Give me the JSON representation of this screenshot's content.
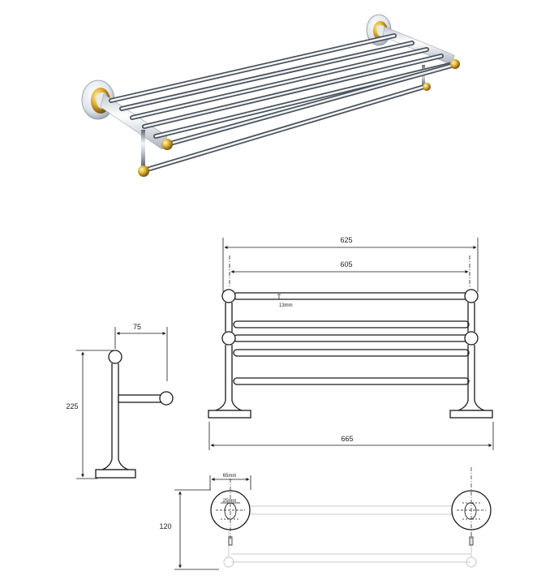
{
  "dimensions": {
    "width_625": "625",
    "width_605": "605",
    "tube_13": "13mm",
    "depth_75": "75",
    "height_225": "225",
    "overall_665": "665",
    "flange_65": "65mm",
    "hole_25": "25mm",
    "height_120": "120"
  },
  "colors": {
    "chrome_light": "#f4f6f8",
    "chrome_mid": "#b9c2cc",
    "chrome_dark": "#5d6672",
    "gold_light": "#fbe9a0",
    "gold_mid": "#d9ab2e",
    "gold_dark": "#7a5210",
    "line": "#1a1a1a",
    "faint_line": "#c8c8c8"
  }
}
